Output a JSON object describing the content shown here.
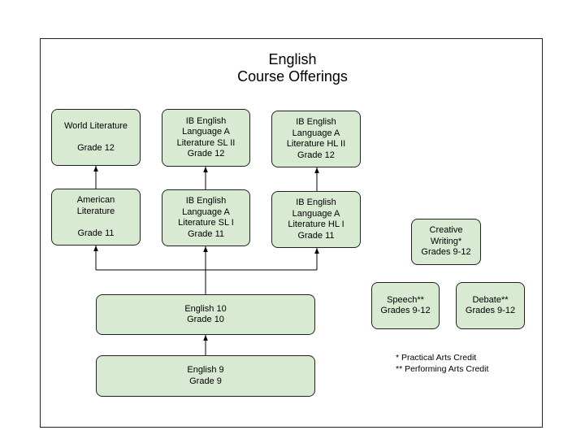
{
  "title": "English\nCourse Offerings",
  "courses": {
    "world_lit": "World Literature\n\nGrade 12",
    "ib_sl2": "IB English\nLanguage A\nLiterature SL II\nGrade 12",
    "ib_hl2": "IB English\nLanguage A\nLiterature HL II\nGrade 12",
    "american_lit": "American\nLiterature\n\nGrade 11",
    "ib_sl1": "IB English\nLanguage A\nLiterature SL I\nGrade 11",
    "ib_hl1": "IB English\nLanguage A\nLiterature HL I\nGrade 11",
    "creative_writing": "Creative\nWriting*\nGrades 9-12",
    "speech": "Speech**\nGrades 9-12",
    "debate": "Debate**\nGrades 9-12",
    "english10": "English 10\nGrade 10",
    "english9": "English 9\nGrade 9"
  },
  "legend": {
    "practical": "* Practical Arts Credit",
    "performing": "** Performing Arts Credit"
  }
}
